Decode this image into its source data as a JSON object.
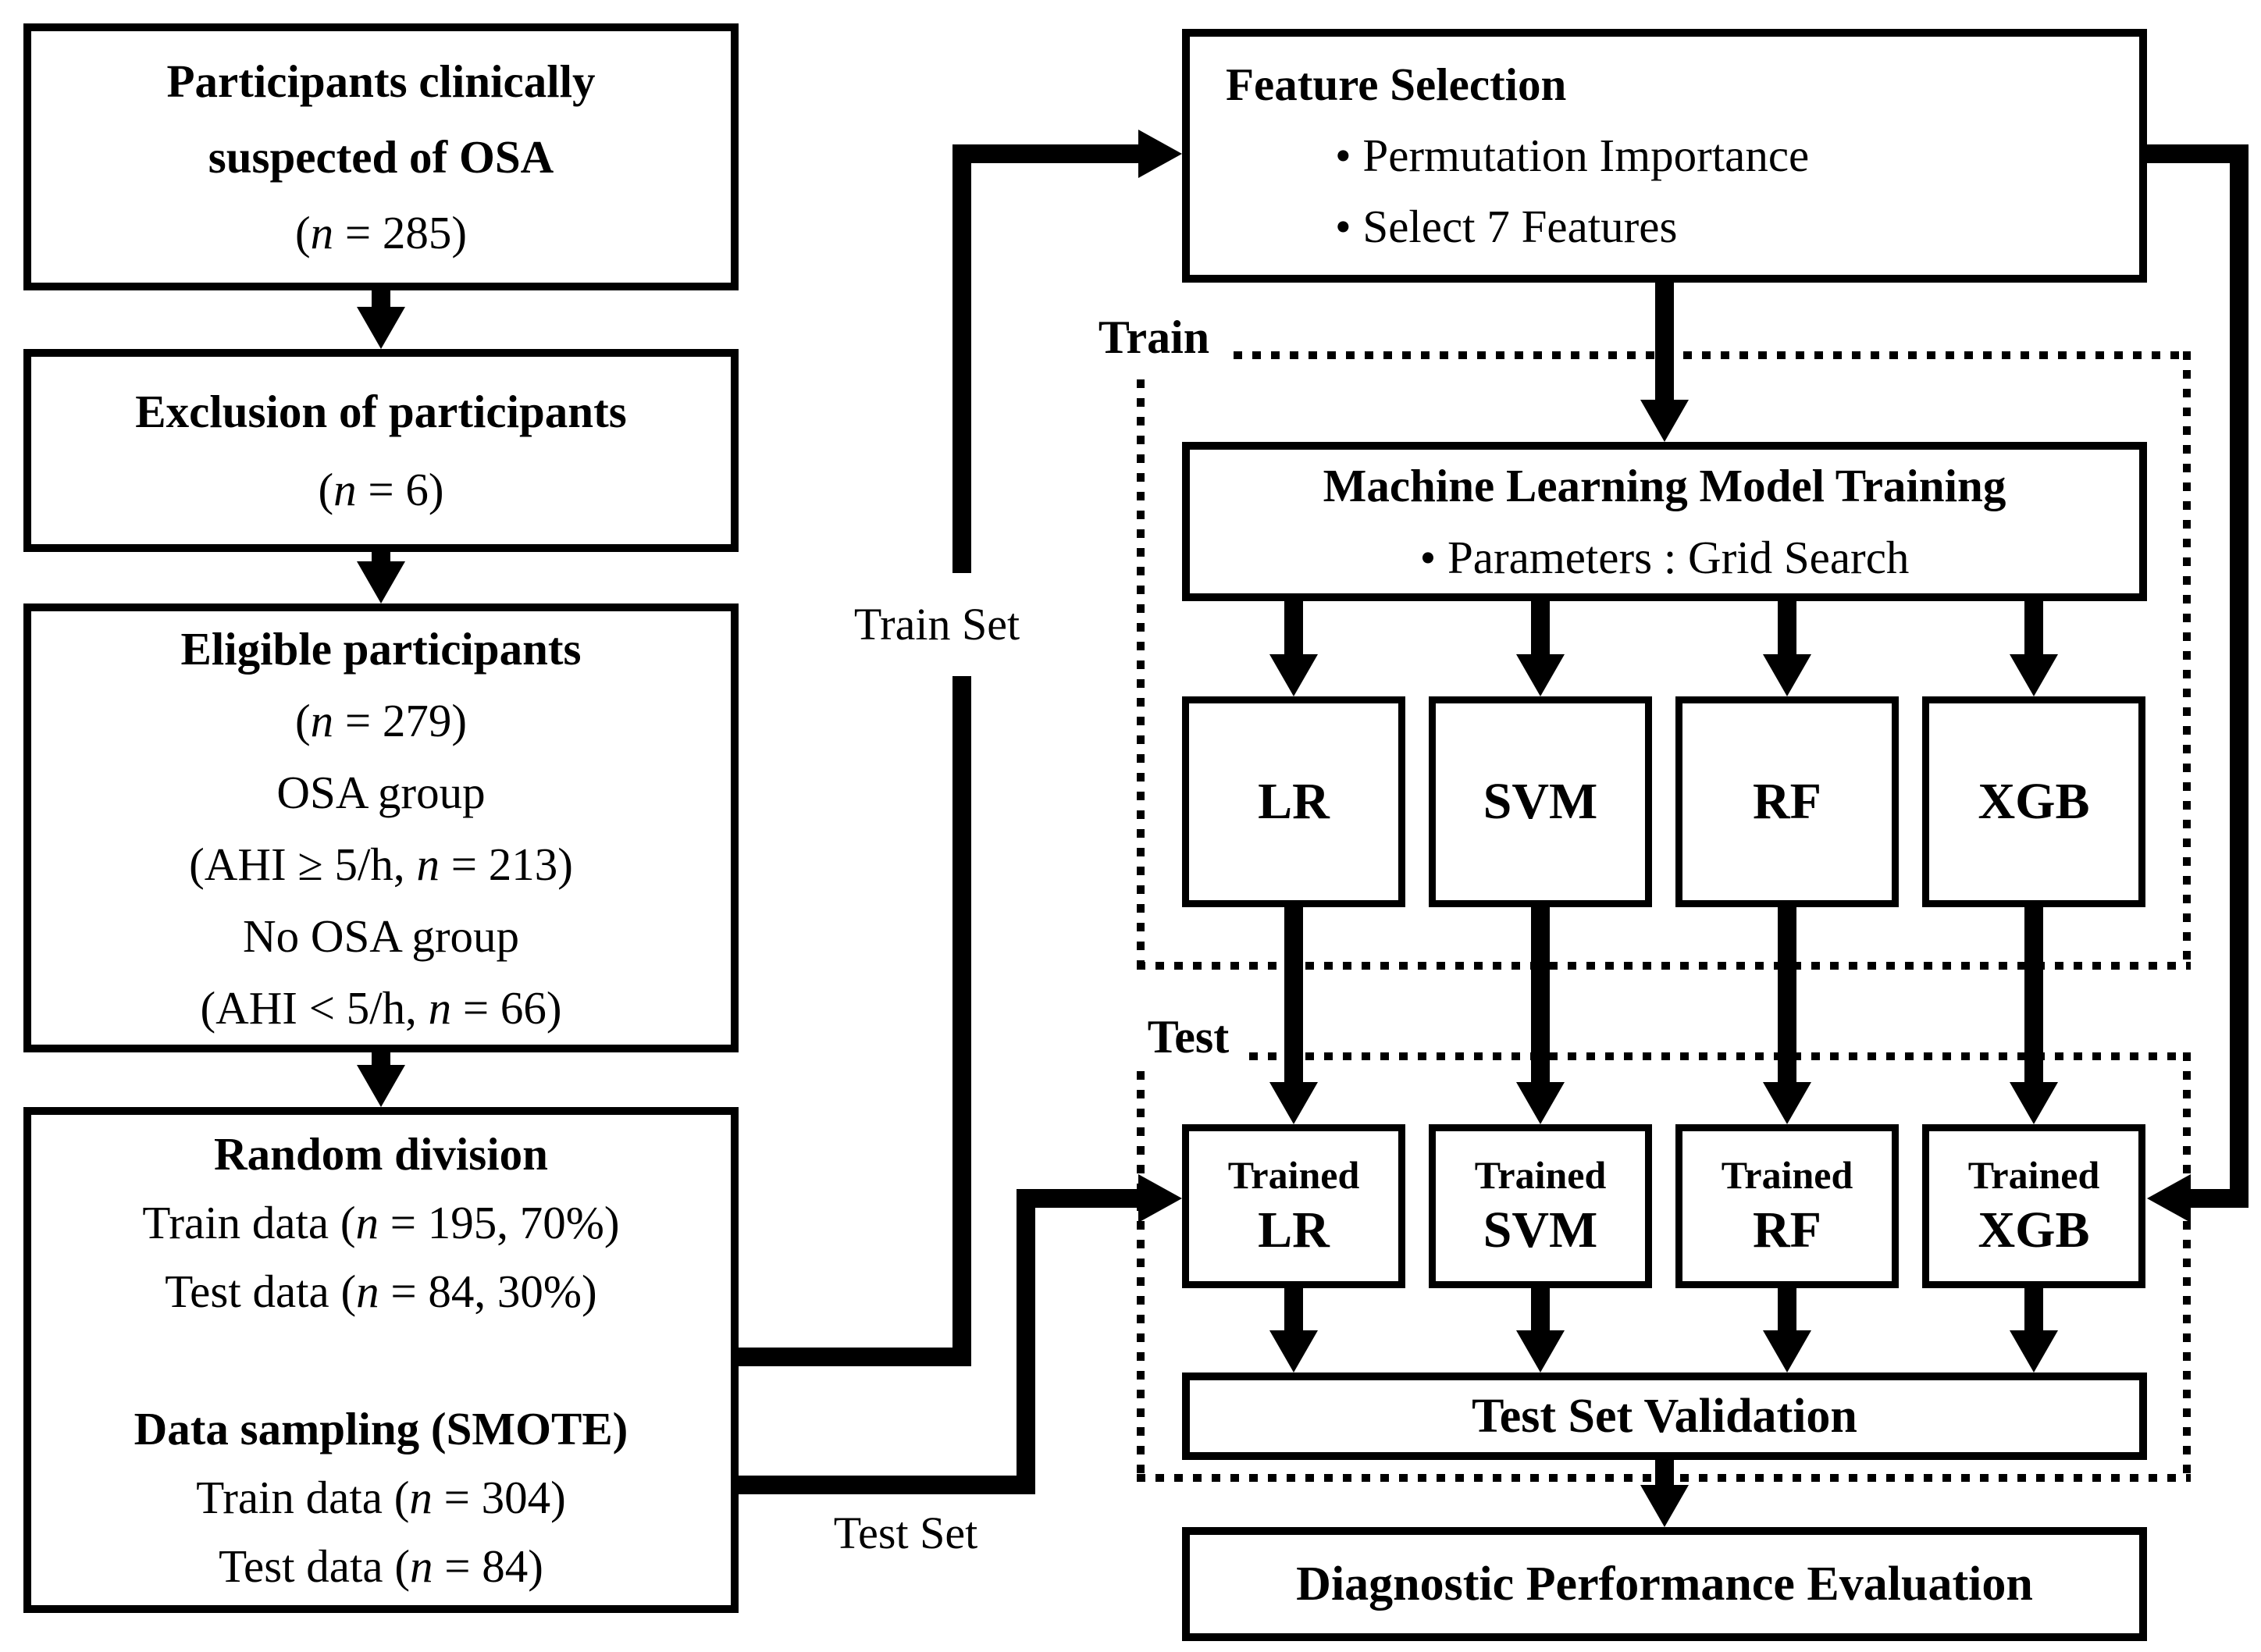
{
  "figure": {
    "ink_color": "#000000",
    "background_color": "#ffffff"
  },
  "cohort_flow": {
    "participants_box": {
      "line1": "Participants clinically",
      "line2": "suspected of OSA",
      "line3": "(n = 285)"
    },
    "exclusion_box": {
      "line1": "Exclusion of participants",
      "line2": "(n = 6)"
    },
    "eligible_box": {
      "line1": "Eligible participants",
      "line2": "(n = 279)",
      "line3": "OSA group",
      "line4": "(AHI ≥ 5/h, n = 213)",
      "line5": "No OSA group",
      "line6": "(AHI < 5/h, n = 66)"
    },
    "division_box": {
      "line1": "Random division",
      "line2": "Train data (n = 195, 70%)",
      "line3": "Test data (n = 84, 30%)",
      "line4": "",
      "line5": "Data sampling (SMOTE)",
      "line6": "Train data (n = 304)",
      "line7": "Test data (n = 84)"
    }
  },
  "connectors": {
    "train_set_label": "Train Set",
    "test_set_label": "Test Set"
  },
  "pipeline": {
    "train_group_label": "Train",
    "test_group_label": "Test",
    "feature_selection": {
      "title": "Feature Selection",
      "bullet1": "• Permutation Importance",
      "bullet2": "• Select 7 Features"
    },
    "model_training": {
      "title": "Machine Learning Model Training",
      "bullet1": "• Parameters : Grid Search"
    },
    "models": [
      "LR",
      "SVM",
      "RF",
      "XGB"
    ],
    "trained_prefix": "Trained",
    "validation_title": "Test Set Validation",
    "evaluation_title": "Diagnostic Performance Evaluation"
  }
}
